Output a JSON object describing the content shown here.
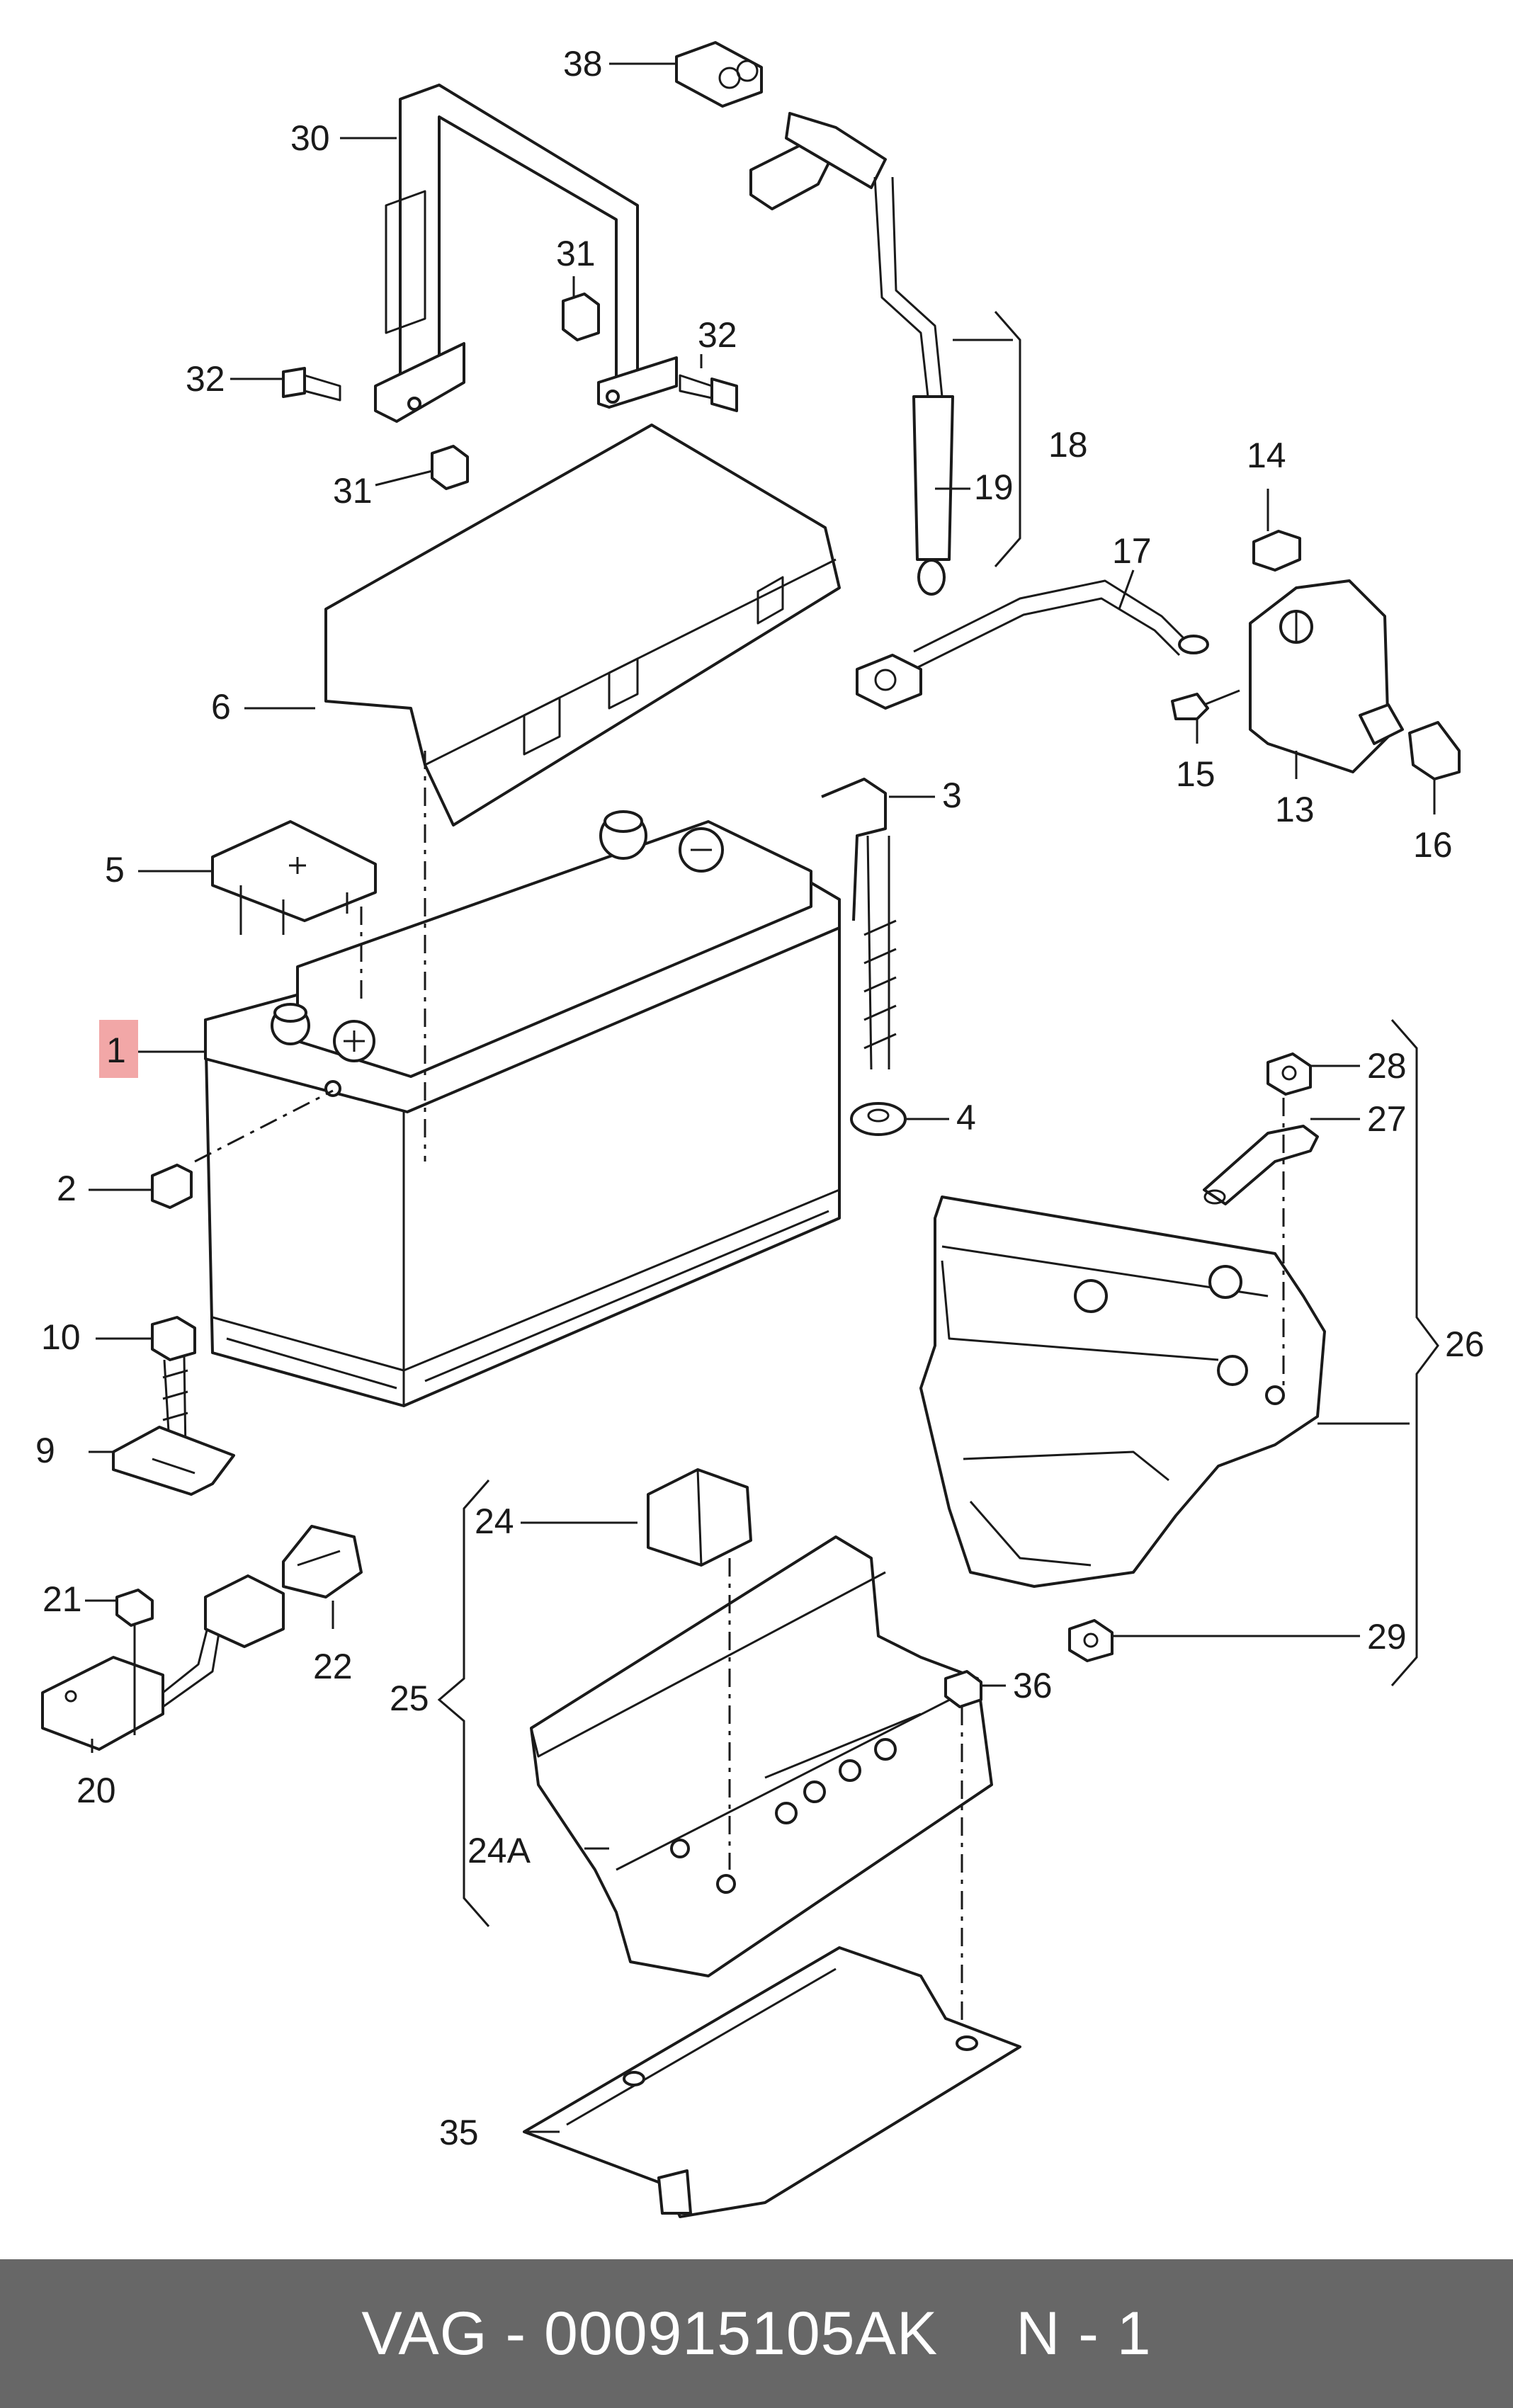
{
  "diagram": {
    "highlighted_label": "1",
    "labels": {
      "l1": "1",
      "l2": "2",
      "l3": "3",
      "l4": "4",
      "l5": "5",
      "l6": "6",
      "l9": "9",
      "l10": "10",
      "l13": "13",
      "l14": "14",
      "l15": "15",
      "l16": "16",
      "l17": "17",
      "l18": "18",
      "l19": "19",
      "l20": "20",
      "l21": "21",
      "l22": "22",
      "l24": "24",
      "l24a": "24A",
      "l25": "25",
      "l26": "26",
      "l27": "27",
      "l28": "28",
      "l29": "29",
      "l30": "30",
      "l31a": "31",
      "l31b": "31",
      "l32a": "32",
      "l32b": "32",
      "l35": "35",
      "l36": "36",
      "l38": "38"
    }
  },
  "footer": {
    "part_number": "VAG - 000915105AK",
    "page": "N - 1"
  }
}
